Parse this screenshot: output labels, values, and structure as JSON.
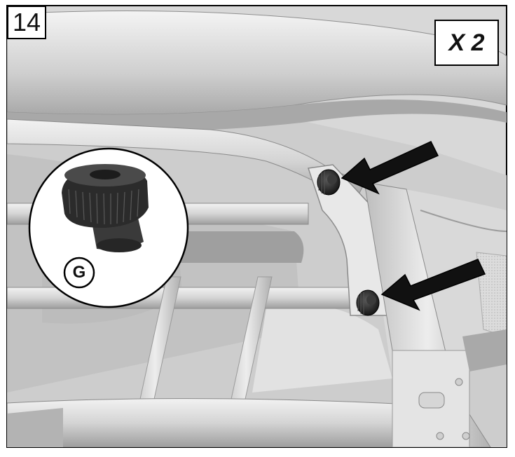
{
  "step": {
    "number": "14"
  },
  "quantity": {
    "label": "X 2"
  },
  "callout": {
    "part_letter": "G"
  },
  "colors": {
    "background": "#d9d9d9",
    "frame_light": "#ececec",
    "frame_mid": "#c8c8c8",
    "frame_dark": "#9a9a9a",
    "arrow": "#111111",
    "knob": "#2b2b2b"
  },
  "icons": {
    "arrow": "pointer-arrow-icon",
    "knob": "knurled-knob-icon"
  }
}
